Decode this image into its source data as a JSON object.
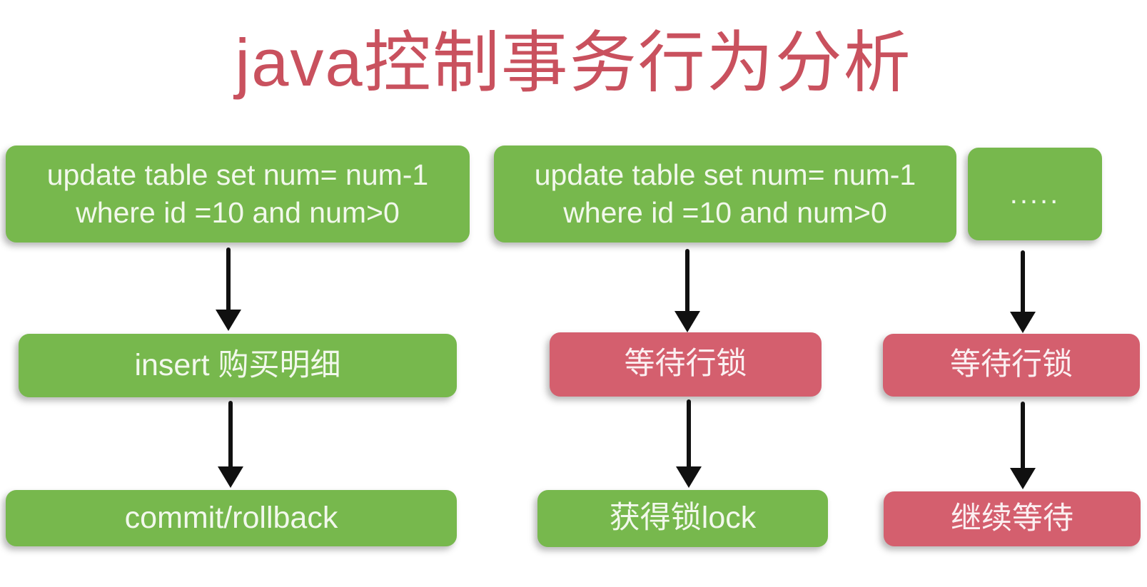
{
  "title": "java控制事务行为分析",
  "colors": {
    "box_green": "#77b84d",
    "box_red": "#d45f6e",
    "title_text": "#c9515e",
    "box_text": "#f2f8ec",
    "arrow_black": "#101010",
    "background": "#ffffff"
  },
  "flow": {
    "col1": {
      "step1": "update table set num= num-1\nwhere id =10 and num>0",
      "step2": "insert 购买明细",
      "step3": "commit/rollback"
    },
    "col2": {
      "step1": "update table set num= num-1\nwhere id =10 and num>0",
      "step2": "等待行锁",
      "step3": "获得锁lock"
    },
    "col3": {
      "step1": ".....",
      "step2": "等待行锁",
      "step3": "继续等待"
    }
  },
  "icons": {
    "arrow": "down-arrow-icon"
  }
}
